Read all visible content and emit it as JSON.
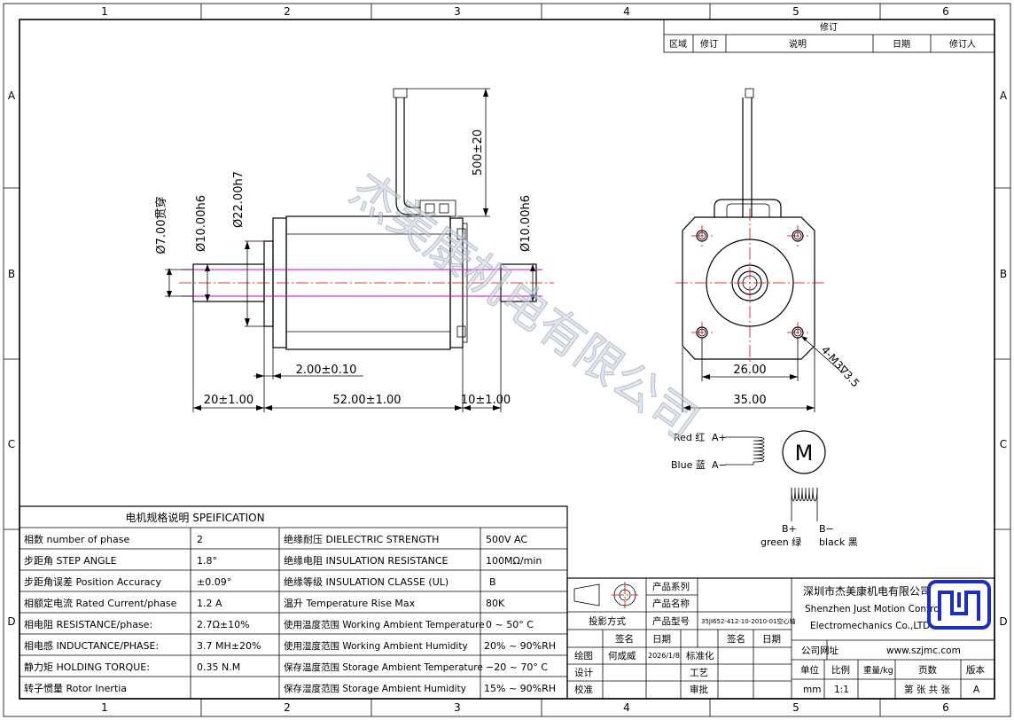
{
  "zones": {
    "columns": [
      "1",
      "2",
      "3",
      "4",
      "5",
      "6"
    ],
    "rows": [
      "A",
      "B",
      "C",
      "D"
    ]
  },
  "revision": {
    "title": "修订",
    "headers": [
      "区域",
      "修订",
      "说明",
      "日期",
      "修订人"
    ]
  },
  "front_view": {
    "dia_bore": "Ø7.00贯穿",
    "dia_shaft": "Ø10.00h6",
    "dia_pilot": "Ø22.00h7",
    "dia_shaft_right": "Ø10.00h6",
    "lead_length": "500±20",
    "pilot_height": "2.00±0.10",
    "shaft_left": "20±1.00",
    "body_length": "52.00±1.00",
    "shaft_right": "10±1.00"
  },
  "side_view": {
    "hole_callout": "4-M3∇3.5",
    "hole_spacing": "26.00",
    "flange_width": "35.00"
  },
  "wiring": {
    "red": "Red 红",
    "a_plus": "A+",
    "blue": "Blue 蓝",
    "a_minus": "A−",
    "motor": "M",
    "b_plus": "B+",
    "b_minus": "B−",
    "green": "green 绿",
    "black": "black 黑"
  },
  "watermark": "杰美康机电有限公司",
  "spec": {
    "title": "电机规格说明 SPEIFICATION",
    "rows": [
      {
        "l": "相数 number of phase",
        "lv": "2",
        "r": "绝缘耐压 DIELECTRIC STRENGTH",
        "rv": "500V AC"
      },
      {
        "l": "步距角 STEP ANGLE",
        "lv": "1.8°",
        "r": "绝缘电阻 INSULATION RESISTANCE",
        "rv": "100MΩ/min"
      },
      {
        "l": "步距角误差 Position Accuracy",
        "lv": "±0.09°",
        "r": "绝缘等级 INSULATION CLASSE (UL)",
        "rv": "B"
      },
      {
        "l": "相额定电流 Rated Current/phase",
        "lv": "1.2 A",
        "r": "温升 Temperature Rise Max",
        "rv": "80K"
      },
      {
        "l": "相电阻 RESISTANCE/phase:",
        "lv": "2.7Ω±10%",
        "r": "使用温度范围 Working Ambient Temperature",
        "rv": "0 ~ 50° C"
      },
      {
        "l": "相电感 INDUCTANCE/PHASE:",
        "lv": "3.7 MH±20%",
        "r": "使用湿度范围 Working Ambient Humidity",
        "rv": "20% ~ 90%RH"
      },
      {
        "l": "静力矩 HOLDING TORQUE:",
        "lv": "0.35 N.M",
        "r": "保存温度范围 Storage Ambient Temperature",
        "rv": "−20 ~ 70° C"
      },
      {
        "l": "转子惯量 Rotor Inertia",
        "lv": "",
        "r": "保存湿度范围 Storage Ambient Humidity",
        "rv": "15% ~ 90%RH"
      }
    ]
  },
  "title_block": {
    "product_series": "产品系列",
    "product_name": "产品名称",
    "projection": "投影方式",
    "product_model": "产品型号",
    "model_value": "35JI652-412-10-2010-01空心轴",
    "sign": "签名",
    "date": "日期",
    "sign2": "签名",
    "date2": "日期",
    "drawn": "绘图",
    "drawn_by": "何成威",
    "drawn_date": "2026/1/8",
    "standardize": "标准化",
    "design": "设计",
    "process": "工艺",
    "check": "校准",
    "approve": "审批",
    "company_cn": "深圳市杰美康机电有限公司",
    "company_en1": "Shenzhen Just Motion Control",
    "company_en2": "Electromechanics Co.,LTD",
    "website_label": "公司网址",
    "website": "www.szjmc.com",
    "unit": "单位",
    "scale": "比例",
    "weight": "重量/kg",
    "pages": "页数",
    "version": "版本",
    "unit_v": "mm",
    "scale_v": "1:1",
    "pages_v": "第 张 共 张",
    "version_v": "A"
  }
}
